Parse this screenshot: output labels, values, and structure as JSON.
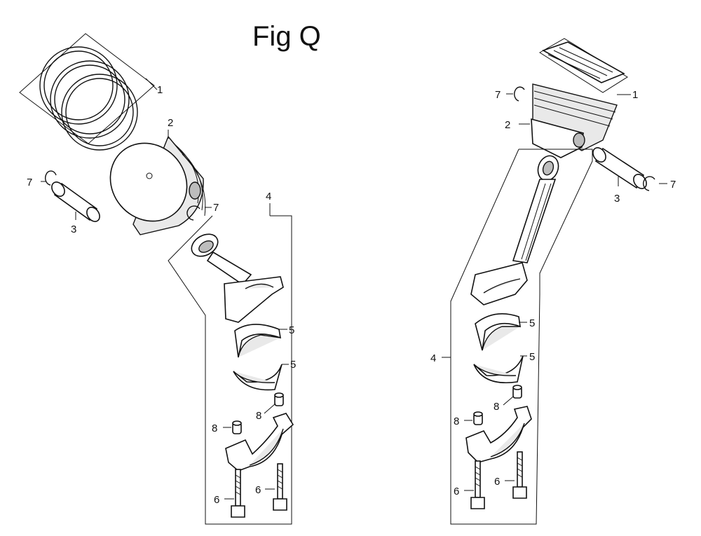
{
  "figure": {
    "title": "Fig Q"
  },
  "callouts": {
    "left": {
      "n1": "1",
      "n2": "2",
      "n3": "3",
      "n4": "4",
      "n5a": "5",
      "n5b": "5",
      "n6a": "6",
      "n6b": "6",
      "n7a": "7",
      "n7b": "7",
      "n8a": "8",
      "n8b": "8"
    },
    "right": {
      "n1": "1",
      "n2": "2",
      "n3": "3",
      "n4": "4",
      "n5a": "5",
      "n5b": "5",
      "n6a": "6",
      "n6b": "6",
      "n7a": "7",
      "n7b": "7",
      "n8a": "8",
      "n8b": "8"
    }
  },
  "parts": [
    {
      "ref": "1",
      "depicts": "piston-ring-set"
    },
    {
      "ref": "2",
      "depicts": "piston"
    },
    {
      "ref": "3",
      "depicts": "piston-pin"
    },
    {
      "ref": "4",
      "depicts": "connecting-rod-assembly"
    },
    {
      "ref": "5",
      "depicts": "rod-bearing-shell"
    },
    {
      "ref": "6",
      "depicts": "rod-bolt"
    },
    {
      "ref": "7",
      "depicts": "pin-clip"
    },
    {
      "ref": "8",
      "depicts": "dowel-pin"
    }
  ]
}
